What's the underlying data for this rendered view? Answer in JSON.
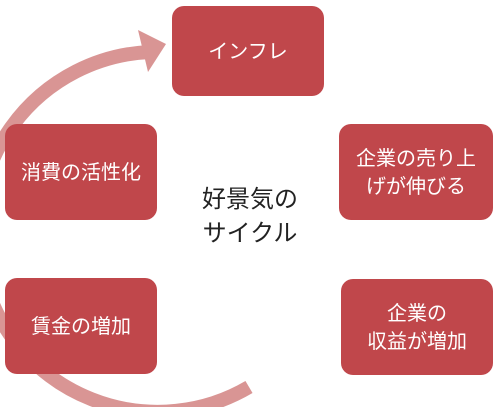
{
  "diagram": {
    "center": {
      "line1": "好景気の",
      "line2": "サイクル"
    },
    "nodes": [
      {
        "id": "inflation",
        "lines": [
          "インフレ"
        ]
      },
      {
        "id": "sales-growth",
        "lines": [
          "企業の売り上",
          "げが伸びる"
        ]
      },
      {
        "id": "profit-increase",
        "lines": [
          "企業の",
          "収益が増加"
        ]
      },
      {
        "id": "wage-increase",
        "lines": [
          "賃金の増加"
        ]
      },
      {
        "id": "consumption-active",
        "lines": [
          "消費の活性化"
        ]
      }
    ],
    "colors": {
      "node_fill": "#c0474b",
      "node_text": "#ffffff",
      "ring": "#d99594"
    }
  }
}
